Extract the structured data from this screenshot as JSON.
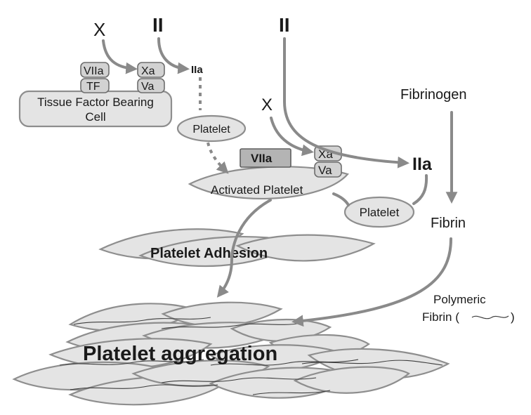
{
  "labels": {
    "x_top": "X",
    "ii_top_left": "II",
    "iia_top": "IIa",
    "ii_top_right": "II",
    "x_middle": "X",
    "fibrinogen": "Fibrinogen",
    "fibrin": "Fibrin",
    "polymeric_fibrin_line1": "Polymeric",
    "polymeric_fibrin_line2": "Fibrin (",
    "polymeric_fibrin_close": ")",
    "iia_large": "IIa"
  },
  "tissue_factor_cell": {
    "title_line1": "Tissue Factor Bearing",
    "title_line2": "Cell",
    "factors": {
      "viia": "VIIa",
      "tf": "TF",
      "xa": "Xa",
      "va": "Va"
    }
  },
  "platelet_top": "Platelet",
  "activated_platelet": {
    "label": "Activated Platelet",
    "factors": {
      "viia": "VIIa",
      "xa": "Xa",
      "va": "Va"
    }
  },
  "platelet_right": "Platelet",
  "platelet_adhesion": "Platelet Adhesion",
  "platelet_aggregation": "Platelet aggregation",
  "colors": {
    "cell_fill": "#e4e4e4",
    "cell_stroke": "#8e8e8e",
    "arrow": "#8a8a8a",
    "factor_fill": "#d2d2d2",
    "text": "#1a1a1a"
  }
}
